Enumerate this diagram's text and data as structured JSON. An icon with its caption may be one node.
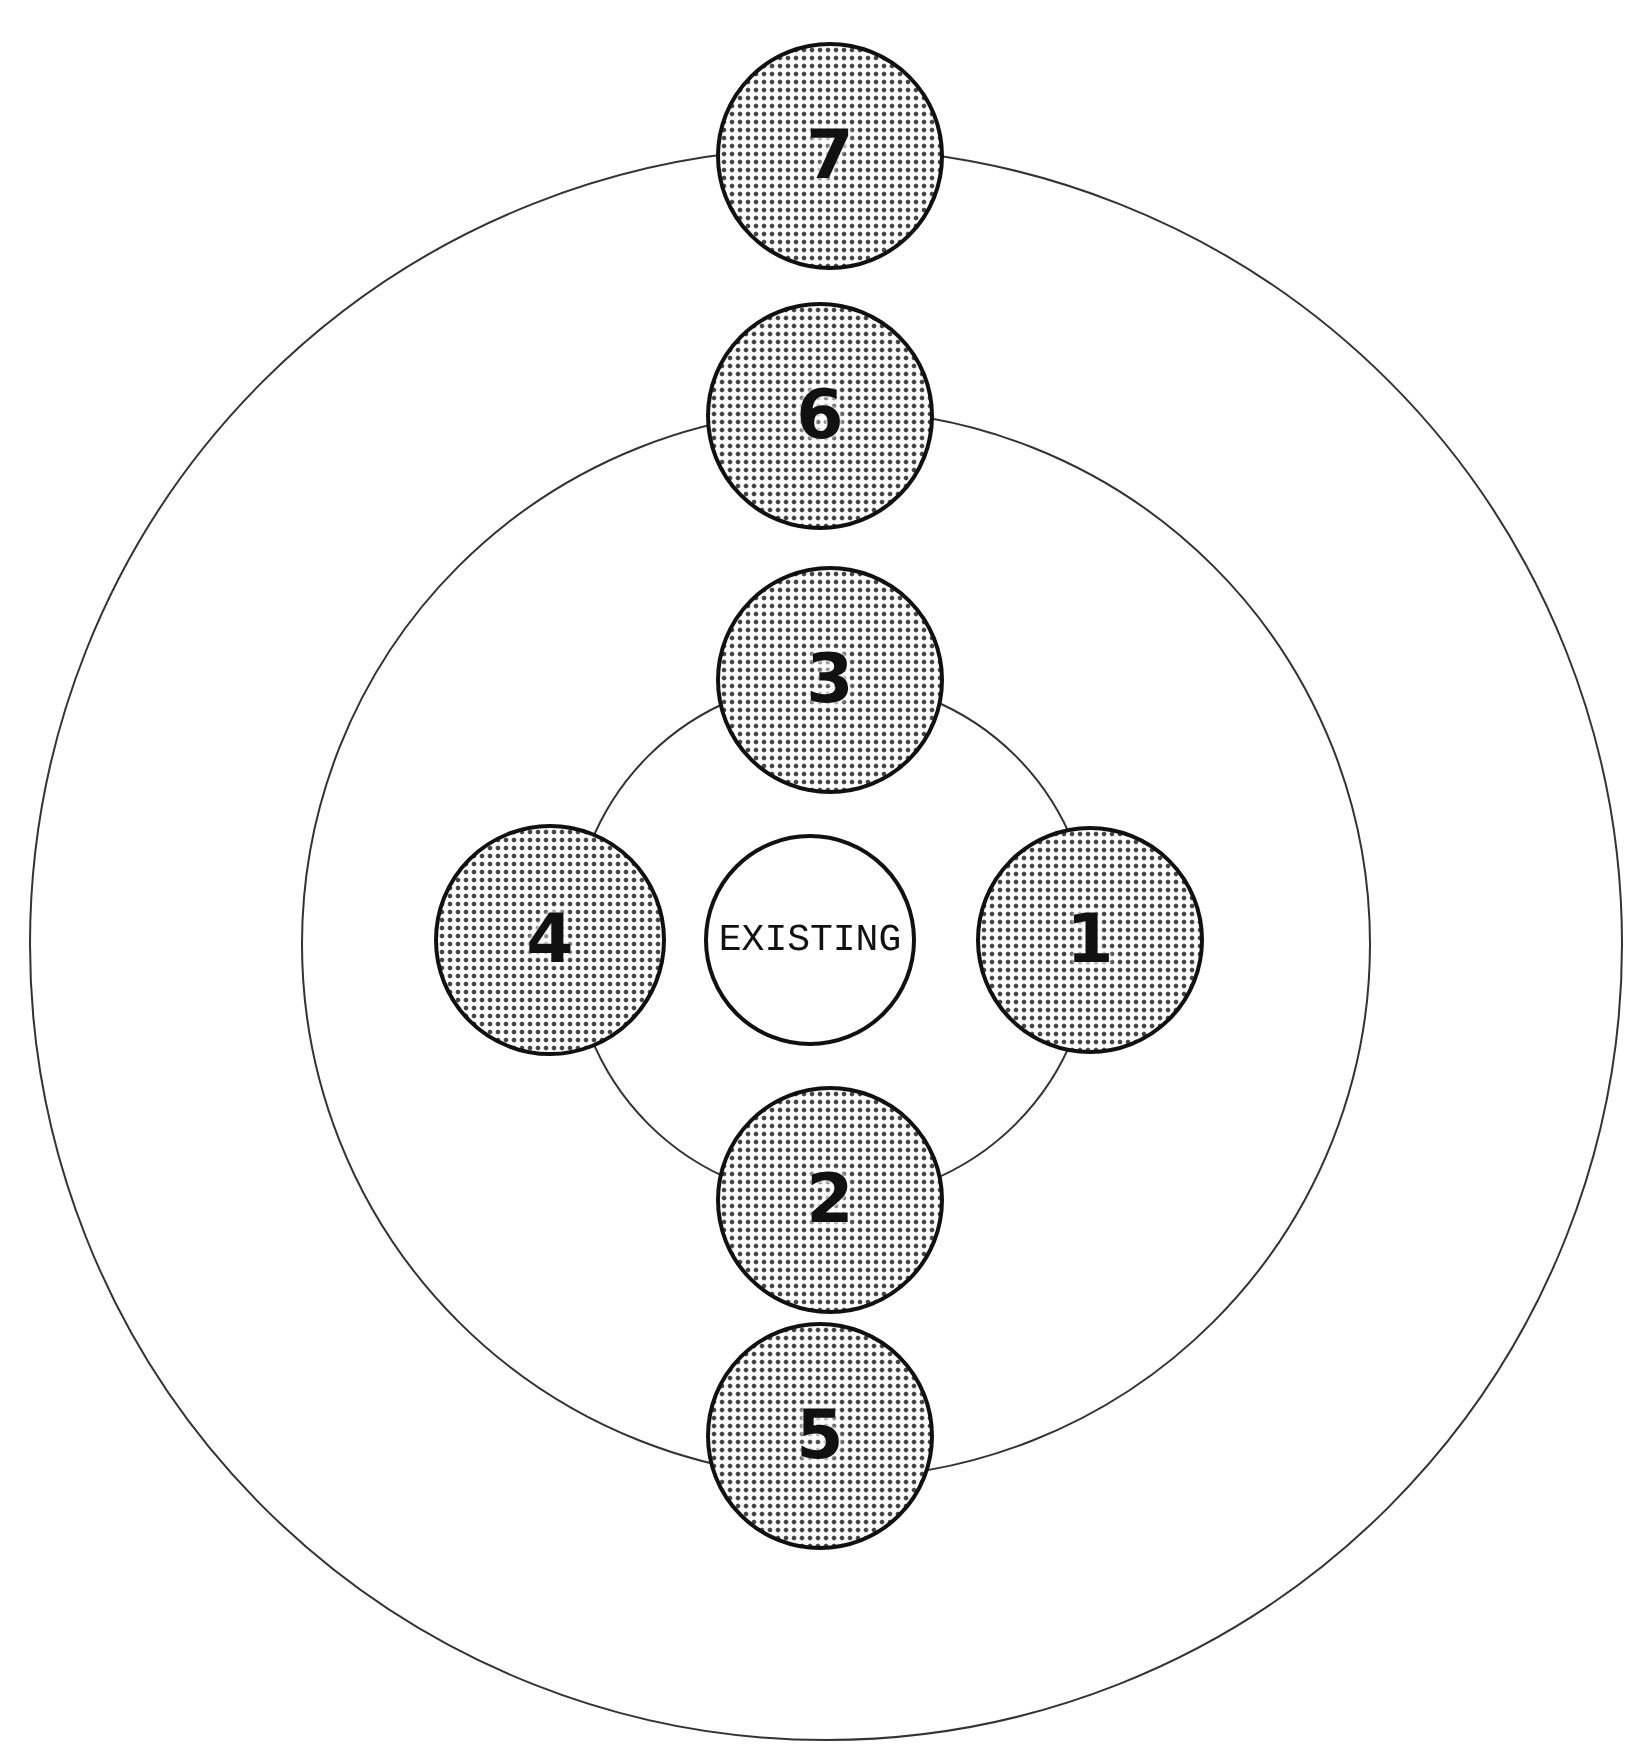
{
  "diagram": {
    "nodes": [
      {
        "text": [
          "7"
        ]
      },
      {
        "text": [
          "6"
        ]
      },
      {
        "text": [
          "3"
        ]
      },
      {
        "text": [
          "4"
        ]
      },
      {
        "text": [
          "EXISTING"
        ]
      },
      {
        "text": [
          "1"
        ]
      },
      {
        "text": [
          "2"
        ]
      },
      {
        "text": [
          "5"
        ]
      }
    ]
  }
}
